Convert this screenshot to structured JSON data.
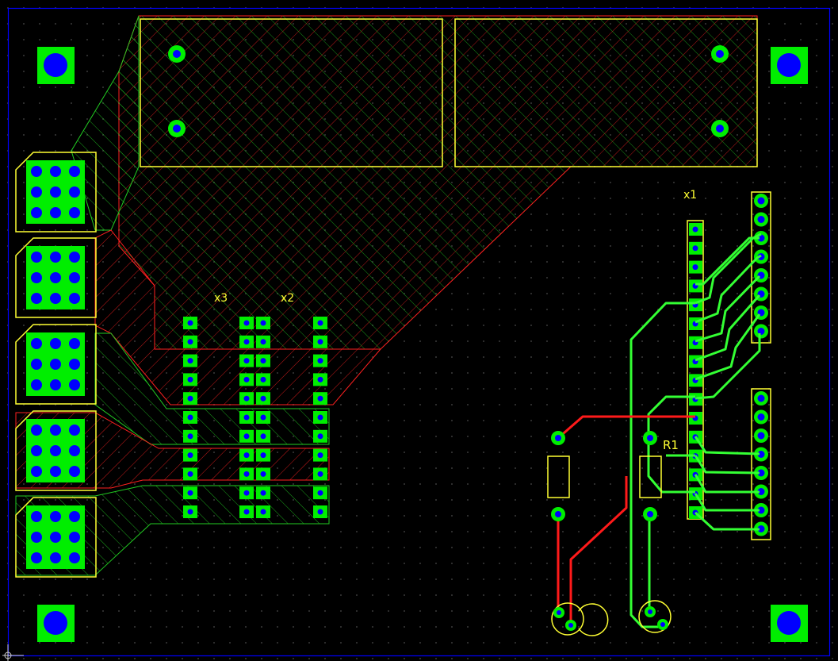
{
  "board": {
    "colors": {
      "background": "#000000",
      "outline": "#0000ff",
      "silkscreen": "#ffff33",
      "pad": "#00ee00",
      "drill": "#0000ff",
      "top_copper": "#ff1a1a",
      "bottom_copper": "#33ff33",
      "grid_dot": "#303030"
    },
    "labels": {
      "x1": "x1",
      "x2": "x2",
      "x3": "x3",
      "r1": "R1"
    },
    "icons": {
      "origin": "origin-crosshair-icon",
      "mounting_hole": "mounting-hole-icon",
      "terminal_block": "terminal-block-icon",
      "relay": "relay-footprint-icon",
      "resistor": "resistor-icon",
      "led": "led-footprint-icon"
    }
  }
}
